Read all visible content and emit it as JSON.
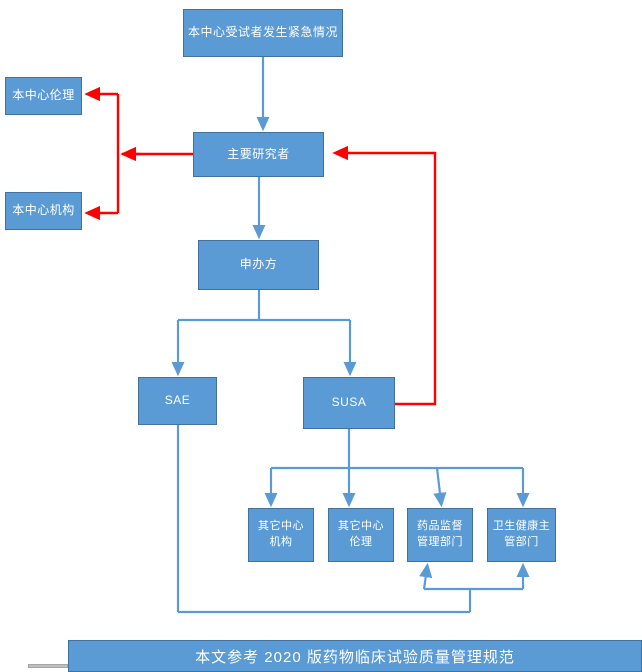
{
  "diagram": {
    "title_banner": "本文参考 2020 版药物临床试验质量管理规范",
    "colors": {
      "node_fill": "#5B9BD5",
      "node_border": "#41719C",
      "flow_arrow": "#5B9BD5",
      "report_arrow": "#FF0000",
      "text": "#FFFFFF"
    },
    "nodes": {
      "start": "本中心受试者发生紧急情况",
      "principal_investigator": "主要研究者",
      "center_ethics": "本中心伦理",
      "center_organization": "本中心机构",
      "sponsor": "申办方",
      "sae": "SAE",
      "susa": "SUSA",
      "other_center_org": "其它中心机构",
      "other_center_ethics": "其它中心伦理",
      "drug_admin_dept": "药品监督管理部门",
      "health_authority_dept": "卫生健康主管部门"
    }
  }
}
